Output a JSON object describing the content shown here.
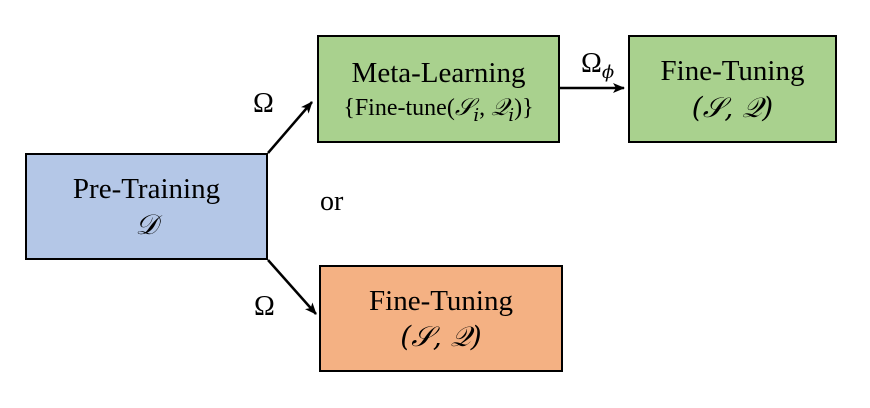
{
  "colors": {
    "pretraining_fill": "#b4c7e7",
    "metalearning_fill": "#a9d18e",
    "finetune_right_fill": "#a9d18e",
    "finetune_bottom_fill": "#f4b183",
    "stroke": "#000000"
  },
  "nodes": {
    "pretraining": {
      "title": "Pre-Training",
      "sub": "𝒟"
    },
    "metalearning": {
      "title": "Meta-Learning",
      "sub_open": "{Fine-tune(",
      "sub_s": "𝒮",
      "sub_i1": "i",
      "sub_sep": ", ",
      "sub_q": "𝒬",
      "sub_i2": "i",
      "sub_close": ")}"
    },
    "finetune_right": {
      "title": "Fine-Tuning",
      "sub": "(𝒮, 𝒬)"
    },
    "finetune_bottom": {
      "title": "Fine-Tuning",
      "sub": "(𝒮, 𝒬)"
    }
  },
  "edges": {
    "pre_to_meta_label": "Ω",
    "pre_to_finetune_label": "Ω",
    "meta_to_finetune_label": "Ω",
    "meta_to_finetune_subscript": "ϕ"
  },
  "or_label": "or"
}
